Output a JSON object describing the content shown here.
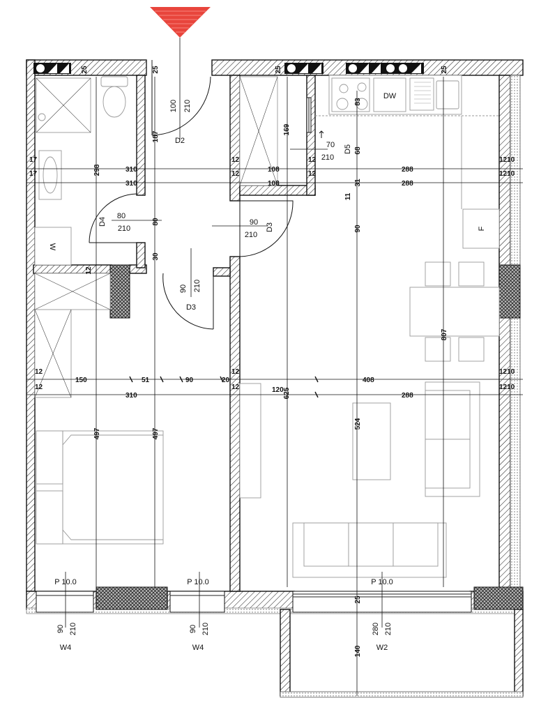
{
  "plan": {
    "doors": [
      {
        "code": "D2",
        "width": "100",
        "height": "210"
      },
      {
        "code": "D4",
        "width": "80",
        "height": "210"
      },
      {
        "code": "D3",
        "width": "90",
        "height": "210"
      },
      {
        "code": "D3",
        "width": "90",
        "height": "210"
      },
      {
        "code": "D5",
        "width": "70",
        "height": "210"
      }
    ],
    "windows": [
      {
        "code": "W4",
        "width": "90",
        "height": "210",
        "sill": "P 10.0"
      },
      {
        "code": "W4",
        "width": "90",
        "height": "210",
        "sill": "P 10.0"
      },
      {
        "code": "W2",
        "width": "280",
        "height": "210",
        "sill": "P 10.0"
      }
    ],
    "appliances": {
      "dishwasher": "DW",
      "washer": "W",
      "fridge": "F"
    },
    "dims": {
      "d25a": "25",
      "d25b": "25",
      "d25c": "25",
      "d25d": "25",
      "d25e": "25",
      "d17a": "17",
      "d17b": "17",
      "d310a": "310",
      "d310b": "310",
      "d310c": "310",
      "d298": "298",
      "d187": "187",
      "d169": "169",
      "d83": "83",
      "d68": "68",
      "d12a": "12",
      "d12b": "12",
      "d12c": "12",
      "d12d": "12",
      "d12e": "12",
      "d12f": "12",
      "d12g": "12",
      "d12h": "12",
      "d12i": "12",
      "d108a": "108",
      "d108b": "108",
      "d288a": "288",
      "d288b": "288",
      "d288c": "288",
      "d1210a": "1210",
      "d1210b": "1210",
      "d1210c": "1210",
      "d1210d": "1210",
      "d31": "31",
      "d11": "11",
      "d90v": "90",
      "d80v": "80",
      "d30": "30",
      "d807": "807",
      "d150": "150",
      "d51": "51",
      "d90h": "90",
      "d20": "20",
      "d408": "408",
      "d120": "120",
      "d625": "625",
      "d497a": "497",
      "d497b": "497",
      "d524": "524",
      "d140": "140"
    }
  }
}
